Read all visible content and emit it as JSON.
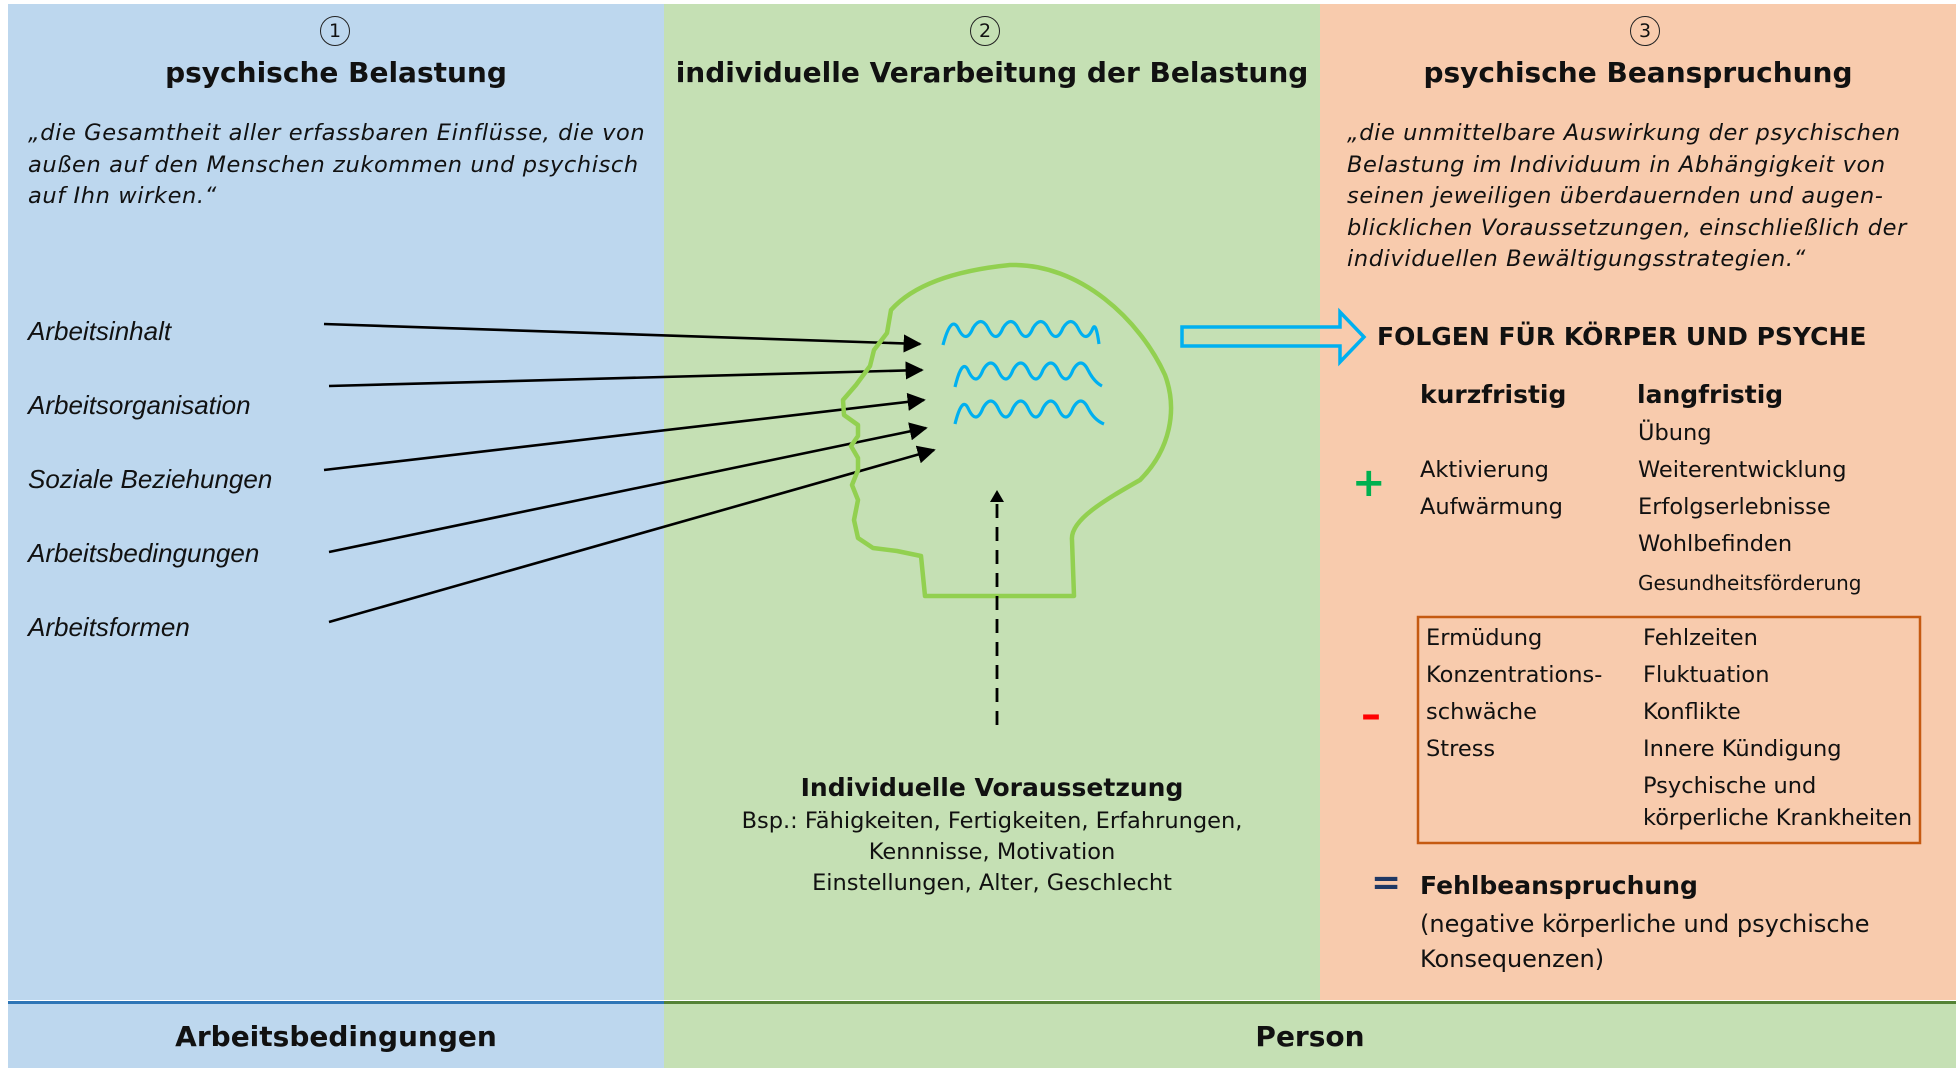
{
  "columns": [
    {
      "number": "1",
      "heading": "psychische Belastung",
      "quote": [
        "„die Gesamtheit aller erfassbaren Einflüsse, die von",
        "außen auf den Menschen zukommen und psychisch",
        "auf Ihn wirken.“"
      ],
      "factors": [
        "Arbeitsinhalt",
        "Arbeitsorganisation",
        "Soziale Beziehungen",
        "Arbeitsbedingungen",
        "Arbeitsformen"
      ]
    },
    {
      "number": "2",
      "heading": "individuelle Verarbeitung der Belastung",
      "prerequisite": {
        "title": "Individuelle Voraussetzung",
        "lines": [
          "Bsp.: Fähigkeiten, Fertigkeiten, Erfahrungen,",
          "Kennnisse, Motivation",
          "Einstellungen, Alter, Geschlecht"
        ]
      }
    },
    {
      "number": "3",
      "heading": "psychische Beanspruchung",
      "quote": [
        "„die unmittelbare Auswirkung der psychischen",
        "Belastung im Individuum in Abhängigkeit von",
        "seinen jeweiligen überdauernden und augen-",
        "blicklichen Voraussetzungen, einschließlich der",
        "individuellen Bewältigungsstrategien.“"
      ]
    }
  ],
  "consequences": {
    "title": "FOLGEN FÜR KÖRPER UND PSYCHE",
    "short_label": "kurzfristig",
    "long_label": "langfristig",
    "positive": {
      "sign": "+",
      "short": [
        "Aktivierung",
        "Aufwärmung"
      ],
      "long": [
        "Übung",
        "Weiterentwicklung",
        "Erfolgserlebnisse",
        "Wohlbefinden",
        "Gesundheitsförderung"
      ]
    },
    "negative": {
      "sign": "–",
      "short": [
        "Ermüdung",
        "Konzentrations-",
        "schwäche",
        "Stress"
      ],
      "long": [
        "Fehlzeiten",
        "Fluktuation",
        "Konflikte",
        "Innere Kündigung",
        "Psychische und",
        "körperliche Krankheiten"
      ]
    },
    "result": {
      "sign": "=",
      "title": "Fehlbeanspruchung",
      "lines": [
        "(negative körperliche und psychische",
        "Konsequenzen)"
      ]
    }
  },
  "footer": {
    "left": "Arbeitsbedingungen",
    "right": "Person"
  },
  "colors": {
    "blue_bg": "#bdd7ee",
    "green_bg": "#c5e0b4",
    "orange_bg": "#f8cbad",
    "head_outline": "#92d050",
    "waves": "#00b0f0",
    "arrow_outline": "#00b0f0",
    "negative_box": "#c55a11",
    "plus": "#00b050",
    "minus": "#ff0000",
    "equals": "#1f3864"
  }
}
